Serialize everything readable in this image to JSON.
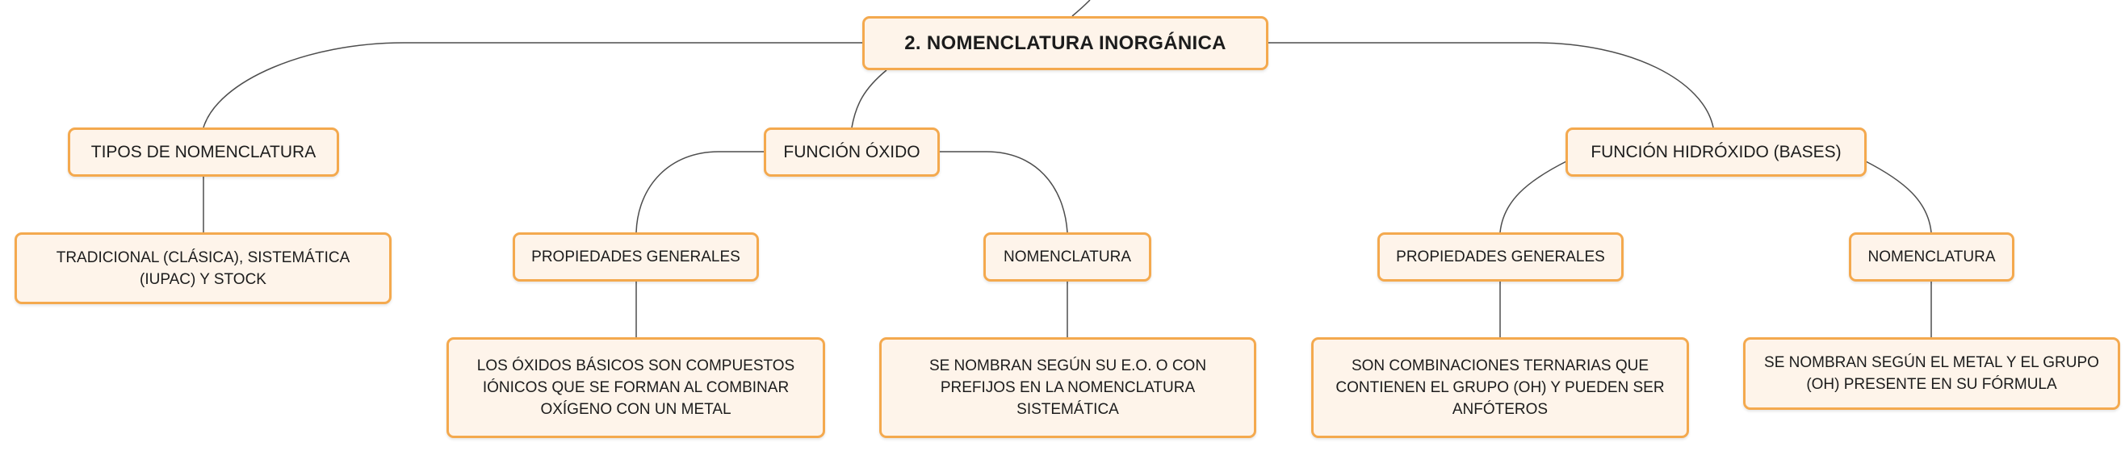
{
  "diagram": {
    "root": {
      "label": "2. NOMENCLATURA INORGÁNICA"
    },
    "tipos": {
      "label": "TIPOS DE NOMENCLATURA",
      "leaf": "TRADICIONAL (CLÁSICA), SISTEMÁTICA (IUPAC) Y STOCK"
    },
    "oxido": {
      "label": "FUNCIÓN ÓXIDO",
      "propiedades": {
        "label": "PROPIEDADES GENERALES",
        "leaf": "LOS ÓXIDOS BÁSICOS SON COMPUESTOS IÓNICOS QUE SE FORMAN AL COMBINAR OXÍGENO CON UN METAL"
      },
      "nomenclatura": {
        "label": "NOMENCLATURA",
        "leaf": "SE NOMBRAN SEGÚN SU E.O. O CON PREFIJOS EN LA NOMENCLATURA SISTEMÁTICA"
      }
    },
    "hidroxido": {
      "label": "FUNCIÓN HIDRÓXIDO (BASES)",
      "propiedades": {
        "label": "PROPIEDADES GENERALES",
        "leaf": "SON COMBINACIONES TERNARIAS QUE CONTIENEN EL GRUPO (OH) Y PUEDEN SER ANFÓTEROS"
      },
      "nomenclatura": {
        "label": "NOMENCLATURA",
        "leaf": "SE NOMBRAN SEGÚN EL METAL Y EL GRUPO (OH) PRESENTE EN SU FÓRMULA"
      }
    }
  }
}
